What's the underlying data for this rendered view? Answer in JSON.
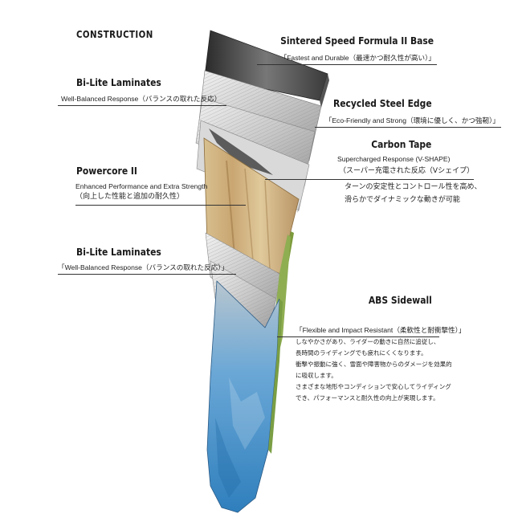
{
  "title": "CONSTRUCTION",
  "layers": {
    "sintered_base": {
      "heading": "Sintered Speed Formula II Base",
      "desc": "「Fastest and Durable（最速かつ耐久性が高い）」"
    },
    "bilite_top": {
      "heading": "Bi-Lite Laminates",
      "desc": "Well-Balanced Response（バランスの取れた反応）"
    },
    "steel_edge": {
      "heading": "Recycled Steel Edge",
      "desc": "「Eco-Friendly and Strong（環境に優しく、かつ強靭）」"
    },
    "carbon_tape": {
      "heading": "Carbon Tape",
      "desc_en": "Supercharged Response (V-SHAPE)",
      "desc_lines": [
        "（スーパー充電された反応（Vシェイプ）",
        "ターンの安定性とコントロール性を高め、",
        "滑らかでダイナミックな動きが可能"
      ]
    },
    "powercore": {
      "heading": "Powercore II",
      "desc_en": "Enhanced Performance and Extra Strength",
      "desc_jp": "（向上した性能と追加の耐久性）"
    },
    "bilite_bottom": {
      "heading": "Bi-Lite Laminates",
      "desc": "「Well-Balanced Response（バランスの取れた反応）」"
    },
    "abs_sidewall": {
      "heading": "ABS Sidewall",
      "desc_en": "「Flexible and Impact Resistant（柔軟性と耐衝撃性）」",
      "desc_lines": [
        "しなやかさがあり、ライダーの動きに自然に追従し、",
        "長時間のライディングでも疲れにくくなります。",
        "衝撃や振動に強く、雪面や障害物からのダメージを効果的",
        "に吸収します。",
        "さまざまな地形やコンディションで安心してライディング",
        "でき、パフォーマンスと耐久性の向上が実現します。"
      ]
    }
  }
}
